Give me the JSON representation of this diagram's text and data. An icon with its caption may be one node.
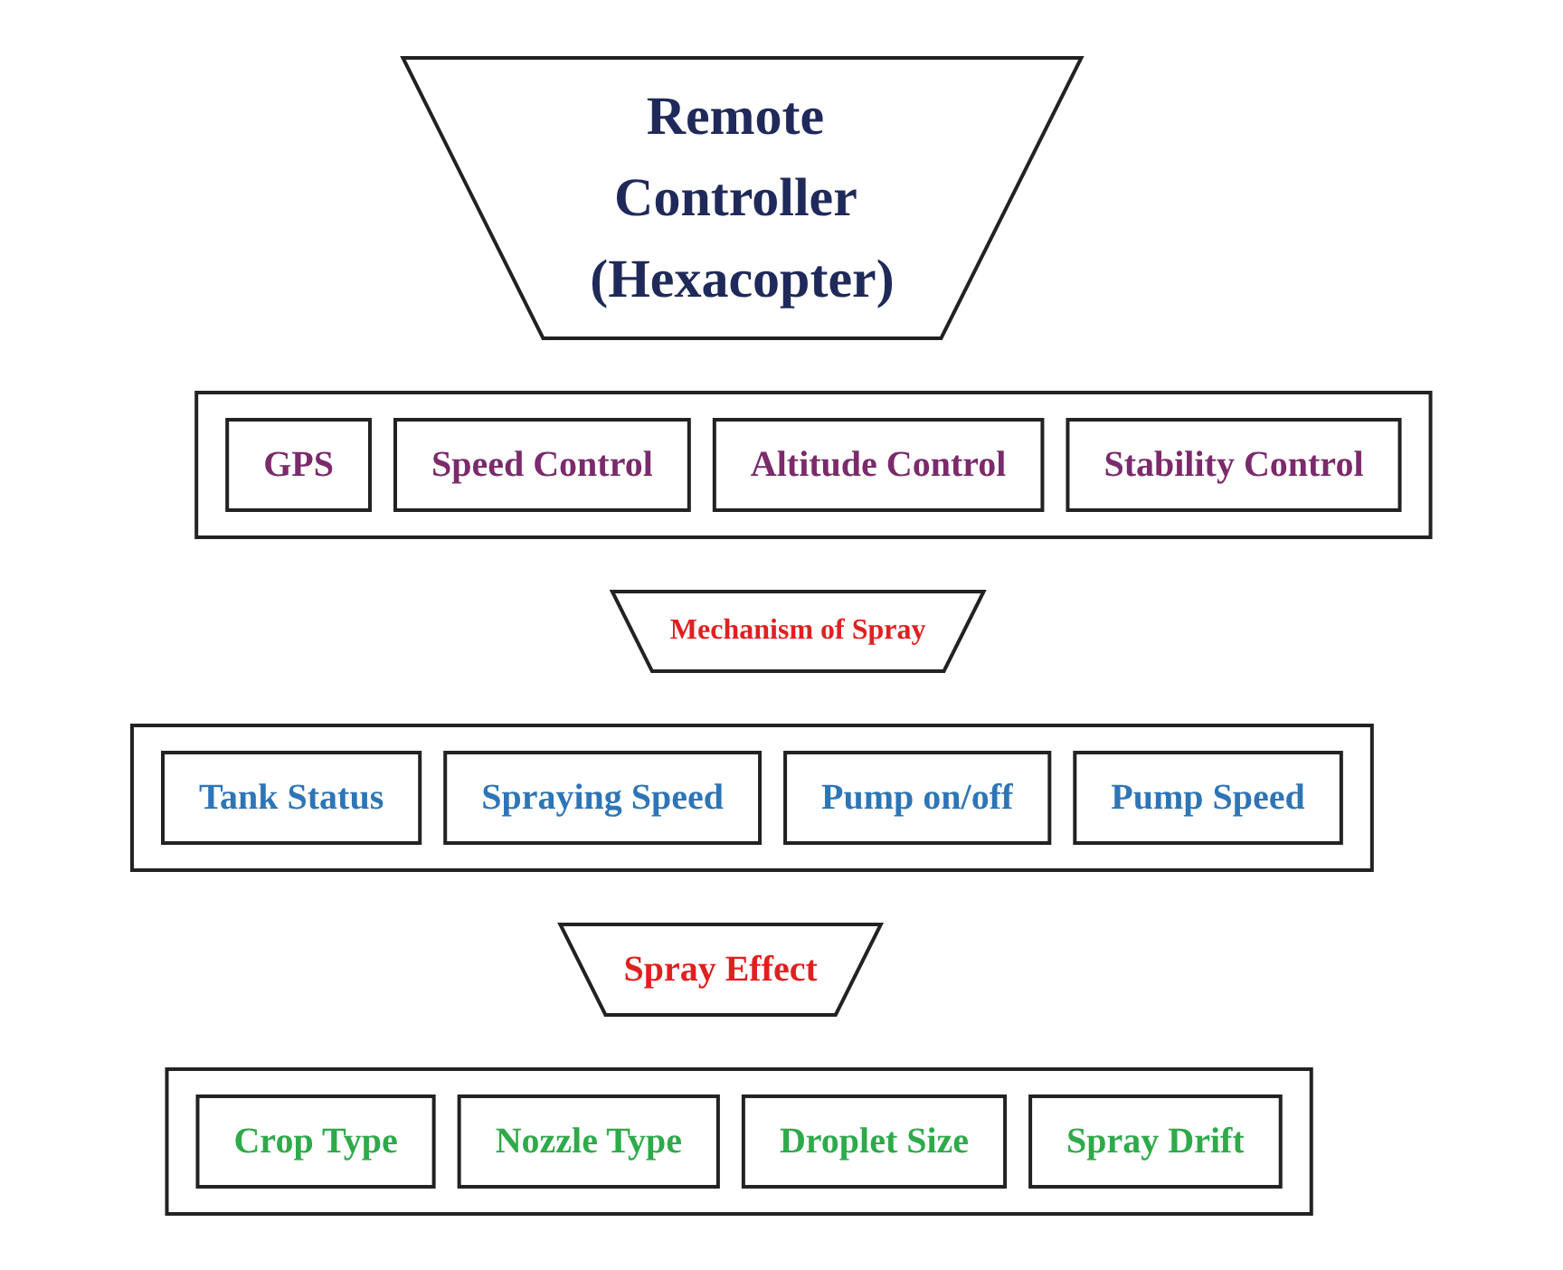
{
  "diagram": {
    "nodes": [
      {
        "text": [
          "Remote Controller (Hexacopter)"
        ]
      },
      {
        "text": [],
        "shape": "box"
      },
      {
        "text": [
          "GPS"
        ],
        "in": 1
      },
      {
        "text": [
          "Speed Control"
        ],
        "in": 1
      },
      {
        "text": [
          "Altitude Control"
        ],
        "in": 1
      },
      {
        "text": [
          "Stability Control"
        ],
        "in": 1
      },
      {
        "text": [
          "Mechanism of Spray"
        ]
      },
      {
        "text": [],
        "shape": "box"
      },
      {
        "text": [
          "Tank Status"
        ],
        "in": 7
      },
      {
        "text": [
          "Spraying Speed"
        ],
        "in": 7
      },
      {
        "text": [
          "Pump on/off"
        ],
        "in": 7
      },
      {
        "text": [
          "Pump Speed"
        ],
        "in": 7
      },
      {
        "text": [
          "Spray Effect"
        ]
      },
      {
        "text": [],
        "shape": "box"
      },
      {
        "text": [
          "Crop Type"
        ],
        "in": 13
      },
      {
        "text": [
          "Nozzle Type"
        ],
        "in": 13
      },
      {
        "text": [
          "Droplet Size"
        ],
        "in": 13
      },
      {
        "text": [
          "Spray Drift"
        ],
        "in": 13
      }
    ]
  }
}
